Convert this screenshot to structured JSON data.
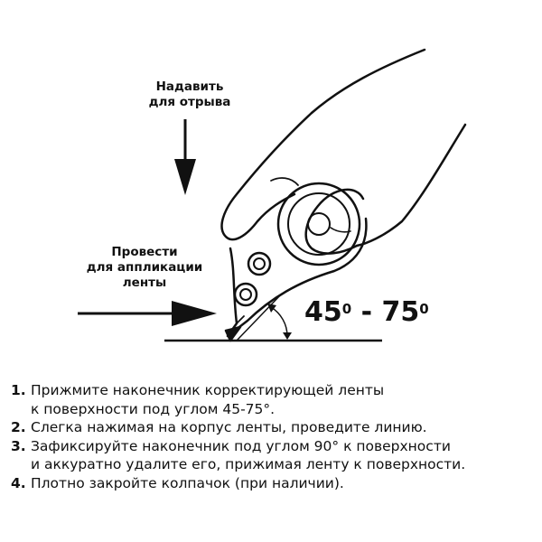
{
  "labels": {
    "press_line1": "Надавить",
    "press_line2": "для отрыва",
    "apply_line1": "Провести",
    "apply_line2": "для аппликации",
    "apply_line3": "ленты",
    "angle_from": "45",
    "angle_to": "75",
    "angle_separator": " - ",
    "degree_mark": "0"
  },
  "instructions": [
    {
      "number": "1.",
      "lines": [
        "Прижмите наконечник корректирующей ленты",
        "к поверхности под углом 45-75°."
      ]
    },
    {
      "number": "2.",
      "lines": [
        "Слегка нажимая на корпус ленты, проведите линию."
      ]
    },
    {
      "number": "3.",
      "lines": [
        "Зафиксируйте наконечник под углом 90° к поверхности",
        "и аккуратно удалите его, прижимая ленту к поверхности."
      ]
    },
    {
      "number": "4.",
      "lines": [
        "Плотно закройте колпачок (при наличии)."
      ]
    }
  ],
  "colors": {
    "ink": "#111111",
    "background": "#ffffff"
  }
}
